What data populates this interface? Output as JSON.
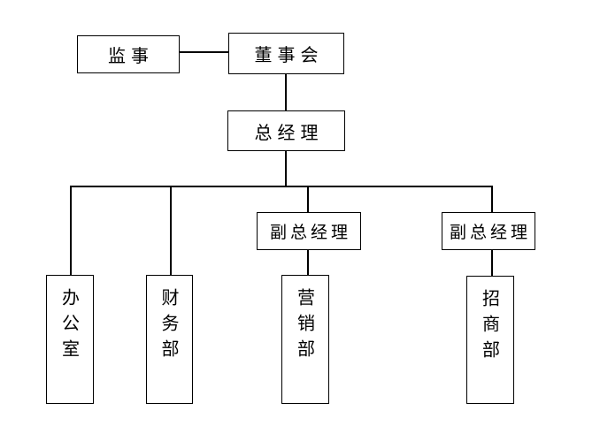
{
  "diagram": {
    "type": "org-chart",
    "background_color": "#ffffff",
    "line_color": "#000000",
    "nodes": [
      {
        "id": "supervisor",
        "label": "监事"
      },
      {
        "id": "board",
        "label": "董事会"
      },
      {
        "id": "general-manager",
        "label": "总经理"
      },
      {
        "id": "deputy-gm-1",
        "label": "副总经理"
      },
      {
        "id": "deputy-gm-2",
        "label": "副总经理"
      },
      {
        "id": "office",
        "label": "办公室"
      },
      {
        "id": "finance-dept",
        "label": "财务部"
      },
      {
        "id": "marketing-dept",
        "label": "营销部"
      },
      {
        "id": "investment-dept",
        "label": "招商部"
      }
    ],
    "edges": [
      {
        "from": "supervisor",
        "to": "board",
        "style": "lateral"
      },
      {
        "from": "board",
        "to": "general-manager",
        "style": "vertical"
      },
      {
        "from": "general-manager",
        "to": "office",
        "style": "vertical"
      },
      {
        "from": "general-manager",
        "to": "finance-dept",
        "style": "vertical"
      },
      {
        "from": "general-manager",
        "to": "deputy-gm-1",
        "style": "vertical"
      },
      {
        "from": "general-manager",
        "to": "deputy-gm-2",
        "style": "vertical"
      },
      {
        "from": "deputy-gm-1",
        "to": "marketing-dept",
        "style": "vertical"
      },
      {
        "from": "deputy-gm-2",
        "to": "investment-dept",
        "style": "vertical"
      }
    ]
  }
}
